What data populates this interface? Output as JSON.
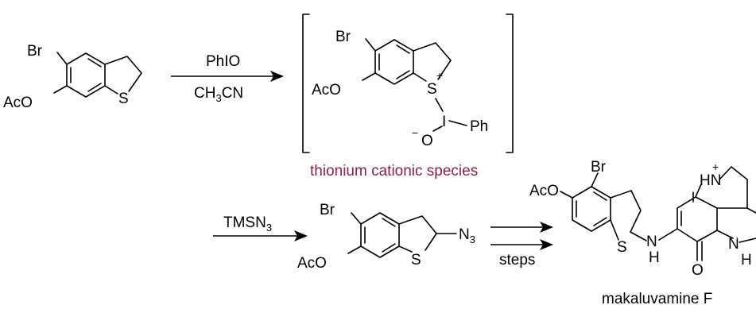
{
  "colors": {
    "caption": "#8a1f52",
    "ink": "#000000"
  },
  "reagents": {
    "step1_top": "PhIO",
    "step1_bottom_main": "CH",
    "step1_bottom_sub": "3",
    "step1_bottom_tail": "CN",
    "step2_main": "TMSN",
    "step2_sub": "3",
    "step3": "steps"
  },
  "atoms": {
    "br": "Br",
    "aco": "AcO",
    "s": "S",
    "i": "I",
    "o": "O",
    "ph": "Ph",
    "n_azide": "N",
    "n_azide_sub": "3",
    "hn": "HN",
    "n": "N",
    "h": "H",
    "plus": "+",
    "minus": "−"
  },
  "captions": {
    "intermediate": "thionium cationic species",
    "product": "makaluvamine F"
  }
}
